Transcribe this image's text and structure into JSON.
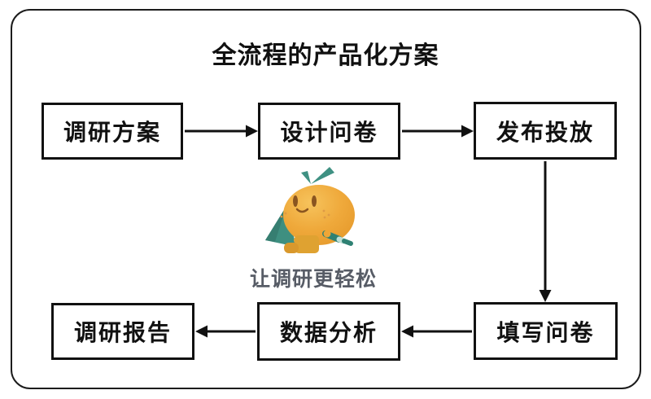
{
  "title": "全流程的产品化方案",
  "slogan": "让调研更轻松",
  "flow": {
    "nodes": [
      {
        "id": "research-plan",
        "label": "调研方案"
      },
      {
        "id": "design-questionnaire",
        "label": "设计问卷"
      },
      {
        "id": "publish-distribute",
        "label": "发布投放"
      },
      {
        "id": "fill-questionnaire",
        "label": "填写问卷"
      },
      {
        "id": "data-analysis",
        "label": "数据分析"
      },
      {
        "id": "research-report",
        "label": "调研报告"
      }
    ],
    "edges": [
      {
        "from": "调研方案",
        "to": "设计问卷",
        "direction": "right"
      },
      {
        "from": "设计问卷",
        "to": "发布投放",
        "direction": "right"
      },
      {
        "from": "发布投放",
        "to": "填写问卷",
        "direction": "down"
      },
      {
        "from": "填写问卷",
        "to": "数据分析",
        "direction": "left"
      },
      {
        "from": "数据分析",
        "to": "调研报告",
        "direction": "left"
      }
    ]
  },
  "mascot": {
    "icon": "orange-character-with-clipboard-and-pencil"
  },
  "colors": {
    "stroke": "#111111",
    "mascot_orange": "#EFA93B",
    "mascot_orange_light": "#F6BD55",
    "mascot_teal": "#3E8F80",
    "mascot_teal_dark": "#2F8173",
    "mascot_boot": "#D9982C",
    "mascot_face": "#8A5520",
    "slogan_text": "#575C66"
  }
}
